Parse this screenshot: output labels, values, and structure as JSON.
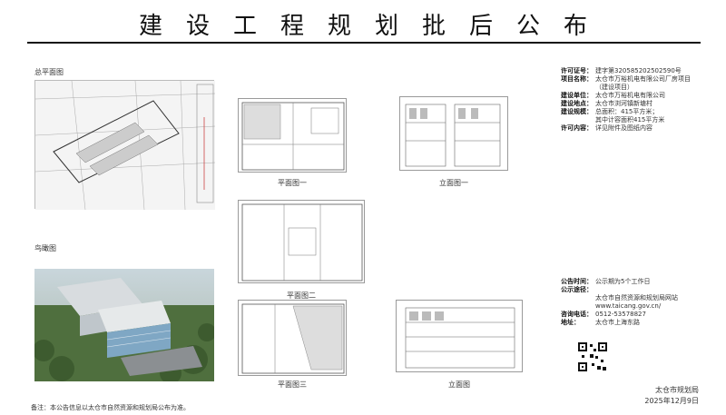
{
  "header": {
    "title": "建设工程规划批后公布"
  },
  "labels": {
    "site_plan": "总平面图",
    "render": "鸟瞰图",
    "plan1": "平面图一",
    "plan2": "平面图二",
    "plan3": "平面图三",
    "elev1": "立面图一",
    "elev2": "立面图"
  },
  "project": {
    "rows": [
      {
        "k": "许可证号：",
        "v": "建字第320585202502590号"
      },
      {
        "k": "项目名称：",
        "v": "太仓市万裕机电有限公司厂房项目"
      },
      {
        "k": "",
        "v": "（建设项目）"
      },
      {
        "k": "建设单位：",
        "v": "太仓市万裕机电有限公司"
      },
      {
        "k": "建设地点：",
        "v": "太仓市浏河镇新塘村"
      },
      {
        "k": "建设规模：",
        "v": "总面积：415平方米；"
      },
      {
        "k": "",
        "v": "其中计容面积415平方米"
      },
      {
        "k": "许可内容：",
        "v": "详见附件及图纸内容"
      }
    ]
  },
  "contact": {
    "rows": [
      {
        "k": "公告时间：",
        "v": "公示期为5个工作日"
      },
      {
        "k": "公示途径：",
        "v": ""
      },
      {
        "k": "",
        "v": "太仓市自然资源和规划局网站"
      },
      {
        "k": "",
        "v": "www.taicang.gov.cn/"
      },
      {
        "k": "咨询电话：",
        "v": "0512-53578827"
      },
      {
        "k": "地址：",
        "v": "太仓市上海东路"
      }
    ]
  },
  "footer": {
    "issuer": "太仓市规划局",
    "date": "2025年12月9日",
    "note": "备注：本公告信息以太仓市自然资源和规划局公布为准。"
  }
}
